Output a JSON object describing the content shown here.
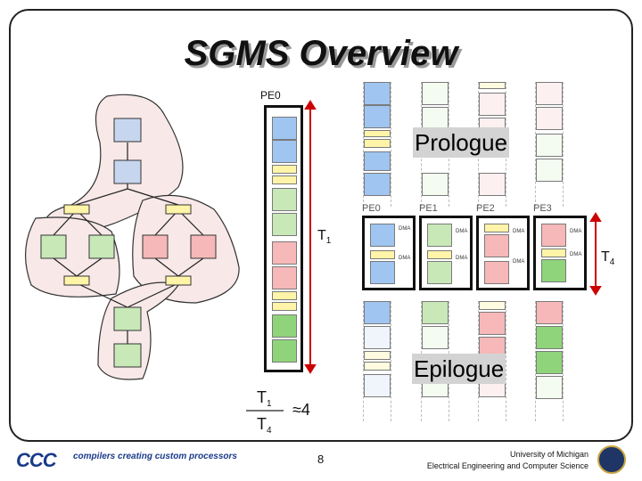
{
  "title": "SGMS Overview",
  "labels": {
    "pe0_top": "PE0",
    "prologue": "Prologue",
    "epilogue": "Epilogue",
    "pe_row": [
      "PE0",
      "PE1",
      "PE2",
      "PE3"
    ],
    "t1": "T",
    "t1_sub": "1",
    "t4": "T",
    "t4_sub": "4",
    "frac_num": "T",
    "frac_num_sub": "1",
    "frac_den": "T",
    "frac_den_sub": "4",
    "approx": "≈4",
    "dma": "DMA"
  },
  "footer": {
    "logo": "CCC",
    "tagline": "compilers creating custom processors",
    "page_number": "8",
    "affiliation_line1": "University of Michigan",
    "affiliation_line2": "Electrical Engineering and Computer Science"
  },
  "colors": {
    "blue": "#c6d6ee",
    "blue_cell": "#9fc5f0",
    "yellow": "#fff4a8",
    "green": "#c8e8b8",
    "green_dark": "#8fd47a",
    "pink": "#f6b8b8",
    "group_fill": "#f8e8e8",
    "red_line": "#cc0000"
  }
}
